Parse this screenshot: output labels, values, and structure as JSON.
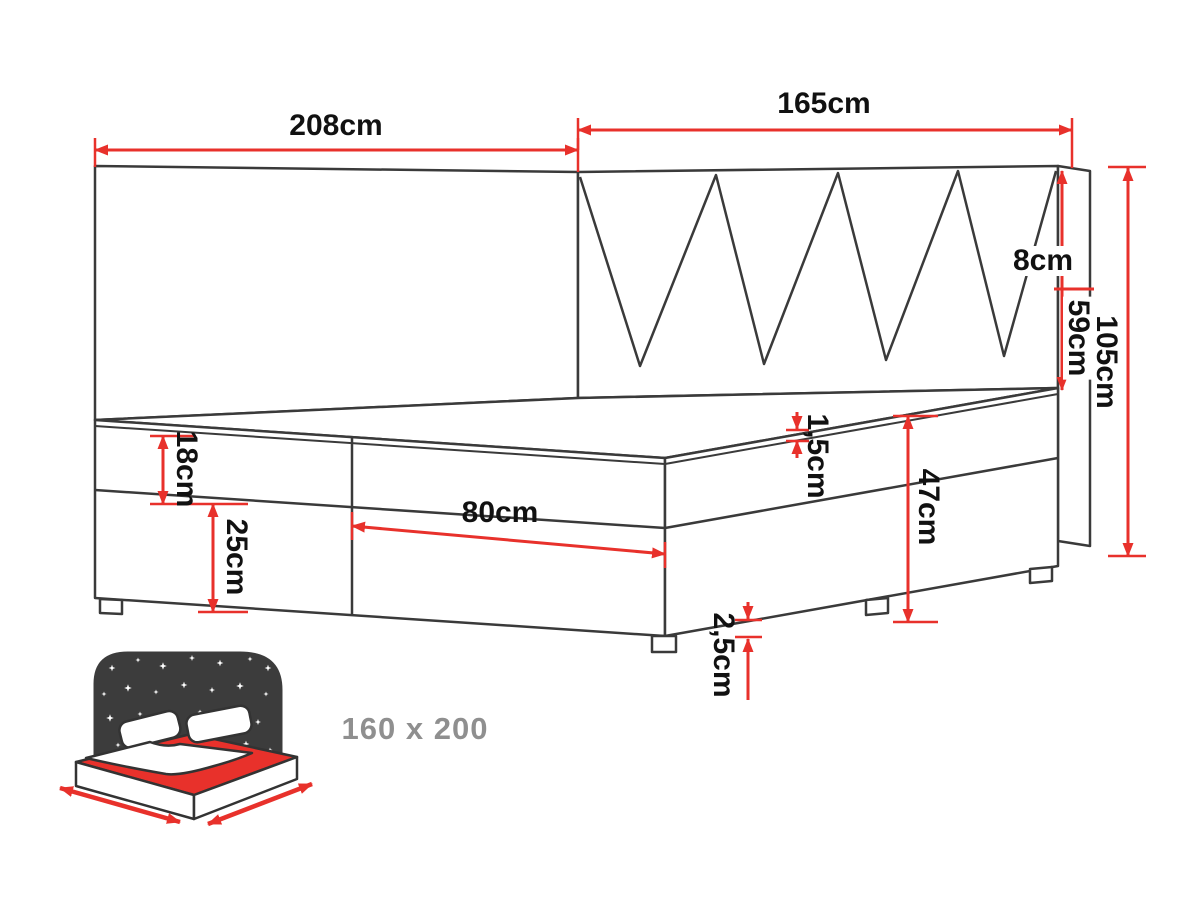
{
  "diagram": {
    "dimensions": {
      "d208": "208cm",
      "d165": "165cm",
      "d8": "8cm",
      "d59": "59cm",
      "d105": "105cm",
      "d18": "18cm",
      "d25": "25cm",
      "d80": "80cm",
      "d1_5": "1,5cm",
      "d47": "47cm",
      "d2_5": "2,5cm"
    },
    "size_label": "160 x 200",
    "colors": {
      "outline": "#3a3a3a",
      "dimension_red": "#e8312b",
      "label_text": "#111111",
      "size_text": "#8f8f8f",
      "icon_background": "#3c3c3c",
      "icon_mattress": "#e8312b"
    },
    "icons": {
      "bed_icon": "bed-with-starry-sky-icon"
    }
  }
}
